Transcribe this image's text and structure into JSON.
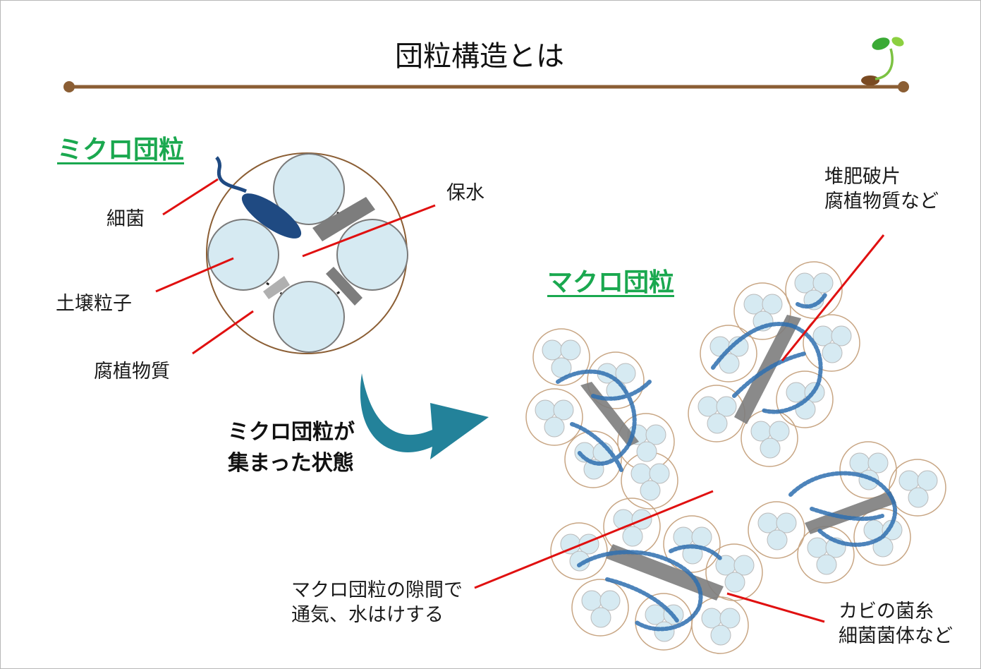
{
  "slide": {
    "title": "団粒構造とは",
    "micro": {
      "heading": "ミクロ団粒",
      "labels": {
        "bacteria": "細菌",
        "soil_particle": "土壌粒子",
        "humus": "腐植物質",
        "water": "保水"
      }
    },
    "transition": {
      "line1": "ミクロ団粒が",
      "line2": "集まった状態"
    },
    "macro": {
      "heading": "マクロ団粒",
      "compost": {
        "line1": "堆肥破片",
        "line2": "腐植物質など"
      },
      "gap": {
        "line1": "マクロ団粒の隙間で",
        "line2": "通気、水はけする"
      },
      "fungi": {
        "line1": "カビの菌糸",
        "line2": "細菌菌体など"
      }
    }
  },
  "colors": {
    "accent_green": "#1aa84f",
    "leader_red": "#e01010",
    "branch_brown": "#8b5e34",
    "particle_fill": "#d6eaf2",
    "bacteria_blue": "#1f4a82",
    "hyphae_blue": "#2f6fb0",
    "arrow_teal": "#23829a",
    "humus_gray": "#7d7d7d"
  },
  "icons": [
    "sprout-icon",
    "curved-arrow"
  ]
}
